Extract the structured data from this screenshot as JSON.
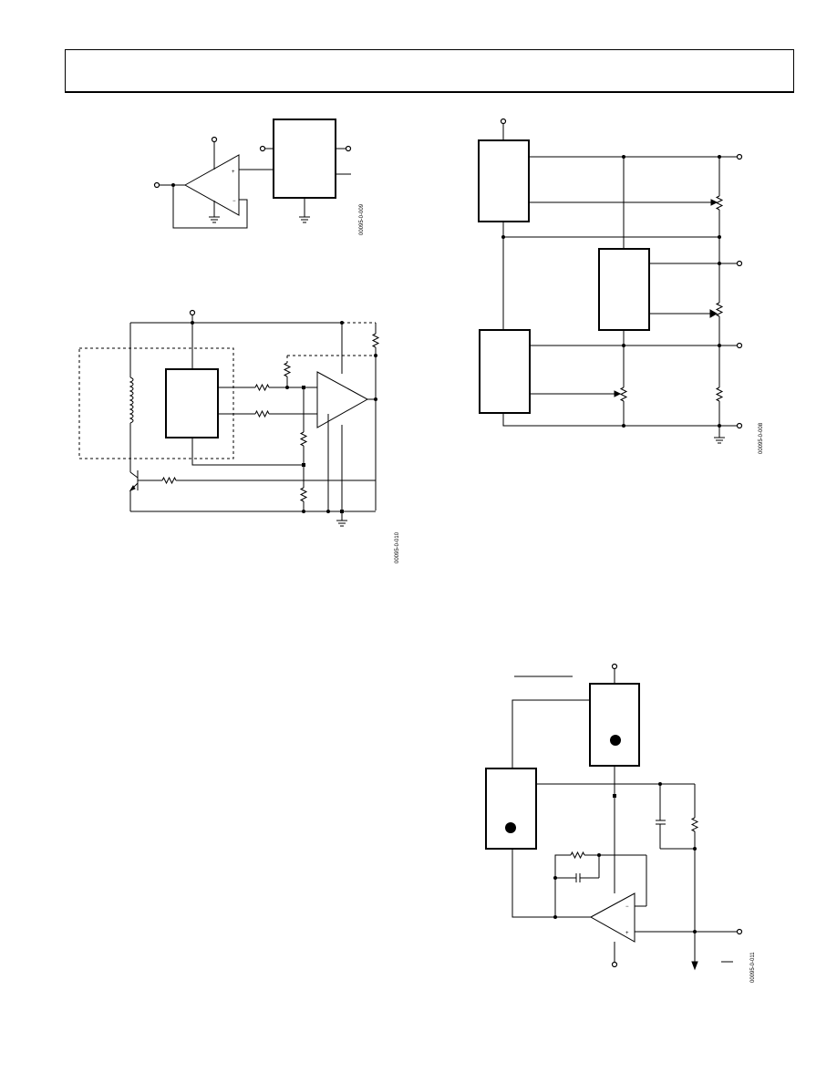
{
  "header": {
    "text": ""
  },
  "figures": [
    {
      "id": "fig-buffered-block",
      "code": "00095-0-009"
    },
    {
      "id": "fig-inductor-feedback",
      "code": "00095-0-010"
    },
    {
      "id": "fig-three-block-network",
      "code": "00095-0-008"
    },
    {
      "id": "fig-two-block-opamp",
      "code": "00095-0-011"
    }
  ]
}
